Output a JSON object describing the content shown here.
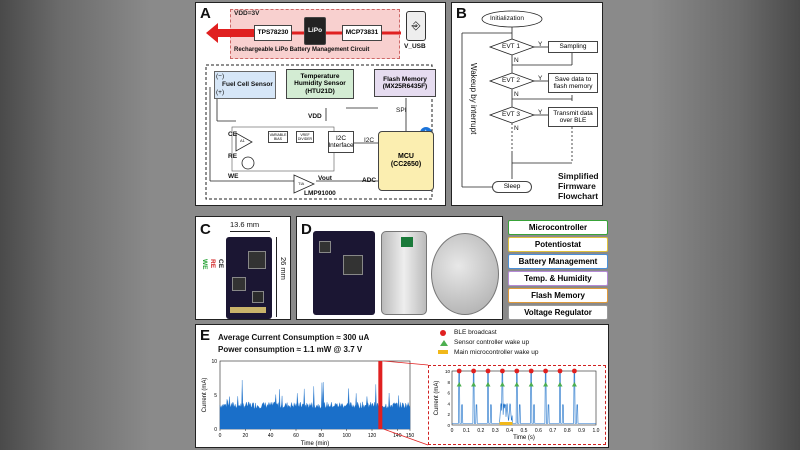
{
  "panelA": {
    "label": "A",
    "vdd3v": "VDD=3V",
    "tps": "TPS78230",
    "lipo": "LiPo",
    "mcp": "MCP73831",
    "battery_circuit": "Rechargeable LiPo Battery Management Circuit",
    "v_usb": "V_USB",
    "fuel_cell_minus": "(−)",
    "fuel_cell_label": "Fuel Cell Sensor",
    "fuel_cell_plus": "(+)",
    "temp_sensor": [
      "Temperature",
      "Humidity Sensor",
      "(HTU21D)"
    ],
    "flash": [
      "Flash Memory",
      "(MX25R6435F)"
    ],
    "spi": "SPI",
    "vdd": "VDD",
    "i2c": "I2C",
    "i2c_interface": [
      "I2C",
      "Interface"
    ],
    "ce": "CE",
    "re": "RE",
    "we": "WE",
    "vout": "Vout",
    "adc": "ADC",
    "lmp": "LMP91000",
    "mcu": [
      "MCU",
      "(CC2650)"
    ],
    "variable_bias": "VARIABLE BIAS",
    "vref_divider": "VREF DIVIDER",
    "ta": "TIA",
    "a1": "A1"
  },
  "panelB": {
    "label": "B",
    "init": "Initialization",
    "evt1": "EVT 1",
    "evt2": "EVT 2",
    "evt3": "EVT 3",
    "y": "Y",
    "n": "N",
    "sampling": "Sampling",
    "save": [
      "Save data to",
      "flash memory"
    ],
    "transmit": [
      "Transmit data",
      "over BLE"
    ],
    "sleep": "Sleep",
    "wakeup": "Wakeup by interrupt",
    "title": [
      "Simplified",
      "Firmware",
      "Flowchart"
    ]
  },
  "panelC": {
    "label": "C",
    "width": "13.6 mm",
    "height": "26 mm",
    "ce": "CE",
    "re": "RE",
    "we": "WE"
  },
  "panelD": {
    "label": "D"
  },
  "legend": [
    {
      "label": "Microcontroller",
      "color": "#38a338"
    },
    {
      "label": "Potentiostat",
      "color": "#e0c23a"
    },
    {
      "label": "Battery Management",
      "color": "#4a90d9"
    },
    {
      "label": "Temp. & Humidity",
      "color": "#b58ad6"
    },
    {
      "label": "Flash Memory",
      "color": "#e09a3a"
    },
    {
      "label": "Voltage Regulator",
      "color": "#9a9a9a"
    }
  ],
  "panelE": {
    "label": "E",
    "avg": "Average Current Consumption ≈ 300 uA",
    "power": "Power consumption ≈ 1.1 mW @ 3.7 V",
    "legend_ble": "BLE broadcast",
    "legend_sensor": "Sensor controller wake up",
    "legend_main": "Main microcontroller wake up"
  },
  "chart_data": [
    {
      "type": "area",
      "xlabel": "Time (min)",
      "ylabel": "Current (mA)",
      "xlim": [
        0,
        150
      ],
      "ylim": [
        0,
        10
      ],
      "xticks": [
        "0",
        "20",
        "40",
        "60",
        "80",
        "100",
        "120",
        "140",
        "150"
      ],
      "yticks": [
        "0",
        "5",
        "10"
      ],
      "baseline_level": 4,
      "spike_level": 6,
      "grid": false
    },
    {
      "type": "line",
      "xlabel": "Time (s)",
      "ylabel": "Current (mA)",
      "xlim": [
        0,
        1.0
      ],
      "ylim": [
        0,
        10
      ],
      "xticks": [
        "0",
        "0.1",
        "0.2",
        "0.3",
        "0.4",
        "0.5",
        "0.6",
        "0.7",
        "0.8",
        "0.9",
        "1.0"
      ],
      "yticks": [
        "0",
        "2",
        "4",
        "6",
        "8",
        "10"
      ],
      "ble_broadcast_x": [
        0.05,
        0.15,
        0.25,
        0.35,
        0.45,
        0.55,
        0.65,
        0.75,
        0.85
      ],
      "ble_peak": 10,
      "sensor_wake_x": [
        0.05,
        0.15,
        0.25,
        0.35,
        0.45,
        0.55,
        0.65,
        0.75,
        0.85
      ],
      "sensor_peak": 7.5,
      "main_wake_range": [
        0.33,
        0.42
      ],
      "main_wake_level": 4,
      "grid": false
    }
  ]
}
